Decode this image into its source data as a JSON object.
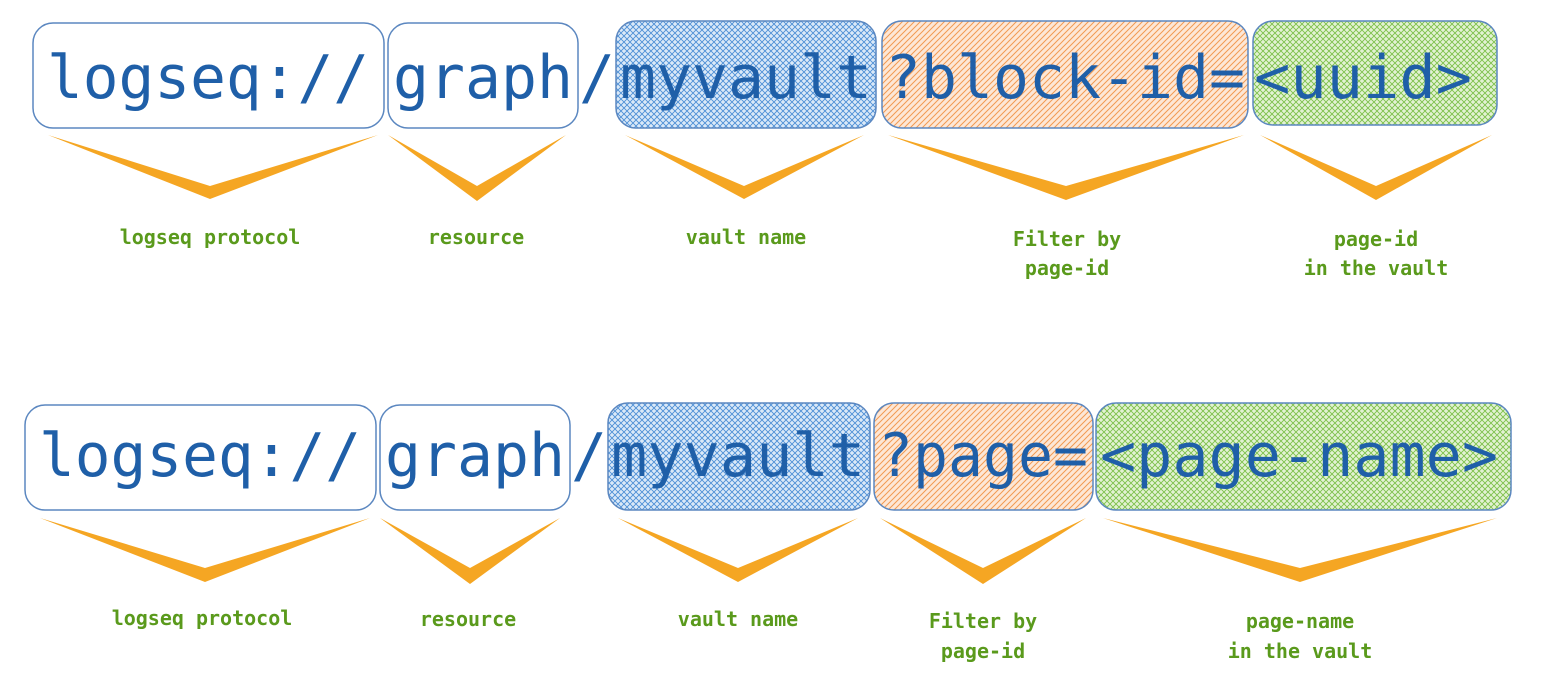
{
  "colors": {
    "text": "#1f5fa8",
    "border": "#5b87c0",
    "chevron": "#f5a623",
    "label": "#5a9a1c",
    "hatch_blue": "#4d8fd6",
    "hatch_orange": "#f29a52",
    "hatch_green": "#7cc04a"
  },
  "rows": [
    {
      "segments": [
        {
          "text": "logseq://",
          "fill": "none",
          "boxed": true
        },
        {
          "text": "graph",
          "fill": "none",
          "boxed": true
        },
        {
          "text": "/",
          "fill": "none",
          "boxed": false
        },
        {
          "text": "myvault",
          "fill": "blue",
          "boxed": true
        },
        {
          "text": "?block-id=",
          "fill": "orange",
          "boxed": true
        },
        {
          "text": "<uuid>",
          "fill": "green",
          "boxed": true
        }
      ],
      "labels": [
        {
          "lines": [
            "logseq protocol"
          ]
        },
        {
          "lines": [
            "resource"
          ]
        },
        {
          "lines": [
            "vault name"
          ]
        },
        {
          "lines": [
            "Filter by",
            "page-id"
          ]
        },
        {
          "lines": [
            "page-id",
            "in the vault"
          ]
        }
      ]
    },
    {
      "segments": [
        {
          "text": "logseq://",
          "fill": "none",
          "boxed": true
        },
        {
          "text": "graph",
          "fill": "none",
          "boxed": true
        },
        {
          "text": "/",
          "fill": "none",
          "boxed": false
        },
        {
          "text": "myvault",
          "fill": "blue",
          "boxed": true
        },
        {
          "text": "?page=",
          "fill": "orange",
          "boxed": true
        },
        {
          "text": "<page-name>",
          "fill": "green",
          "boxed": true
        }
      ],
      "labels": [
        {
          "lines": [
            "logseq protocol"
          ]
        },
        {
          "lines": [
            "resource"
          ]
        },
        {
          "lines": [
            "vault name"
          ]
        },
        {
          "lines": [
            "Filter by",
            "page-id"
          ]
        },
        {
          "lines": [
            "page-name",
            "in the vault"
          ]
        }
      ]
    }
  ]
}
